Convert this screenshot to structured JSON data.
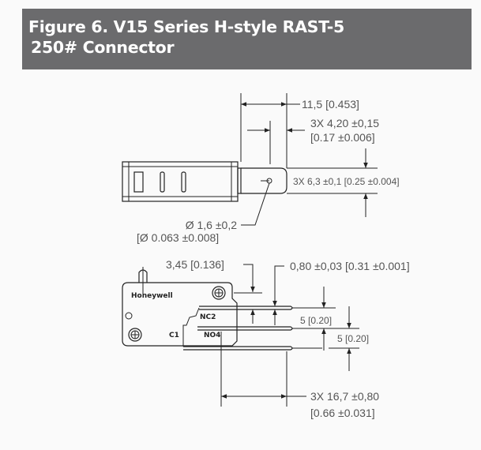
{
  "figure": {
    "title_line1": "Figure 6. V15 Series H-style RAST-5",
    "title_line2": "250# Connector"
  },
  "top_view": {
    "dim_length": "11,5 [0.453]",
    "dim_hole_pos_mm": "3X 4,20 ±0,15",
    "dim_hole_pos_in": "[0.17 ±0.006]",
    "dim_width": "3X 6,3 ±0,1 [0.25 ±0.004]",
    "dim_hole_dia_mm": "Ø 1,6 ±0,2",
    "dim_hole_dia_in": "[Ø 0.063 ±0.008]"
  },
  "side_view": {
    "brand": "Honeywell",
    "terminal_nc": "NC2",
    "terminal_no": "NO4",
    "terminal_c": "C1",
    "dim_offset": "3,45 [0.136]",
    "dim_thickness": "0,80 ±0,03 [0.31 ±0.001]",
    "dim_pitch_1": "5 [0.20]",
    "dim_pitch_2": "5 [0.20]",
    "dim_terminal_len_mm": "3X 16,7 ±0,80",
    "dim_terminal_len_in": "[0.66 ±0.031]"
  }
}
